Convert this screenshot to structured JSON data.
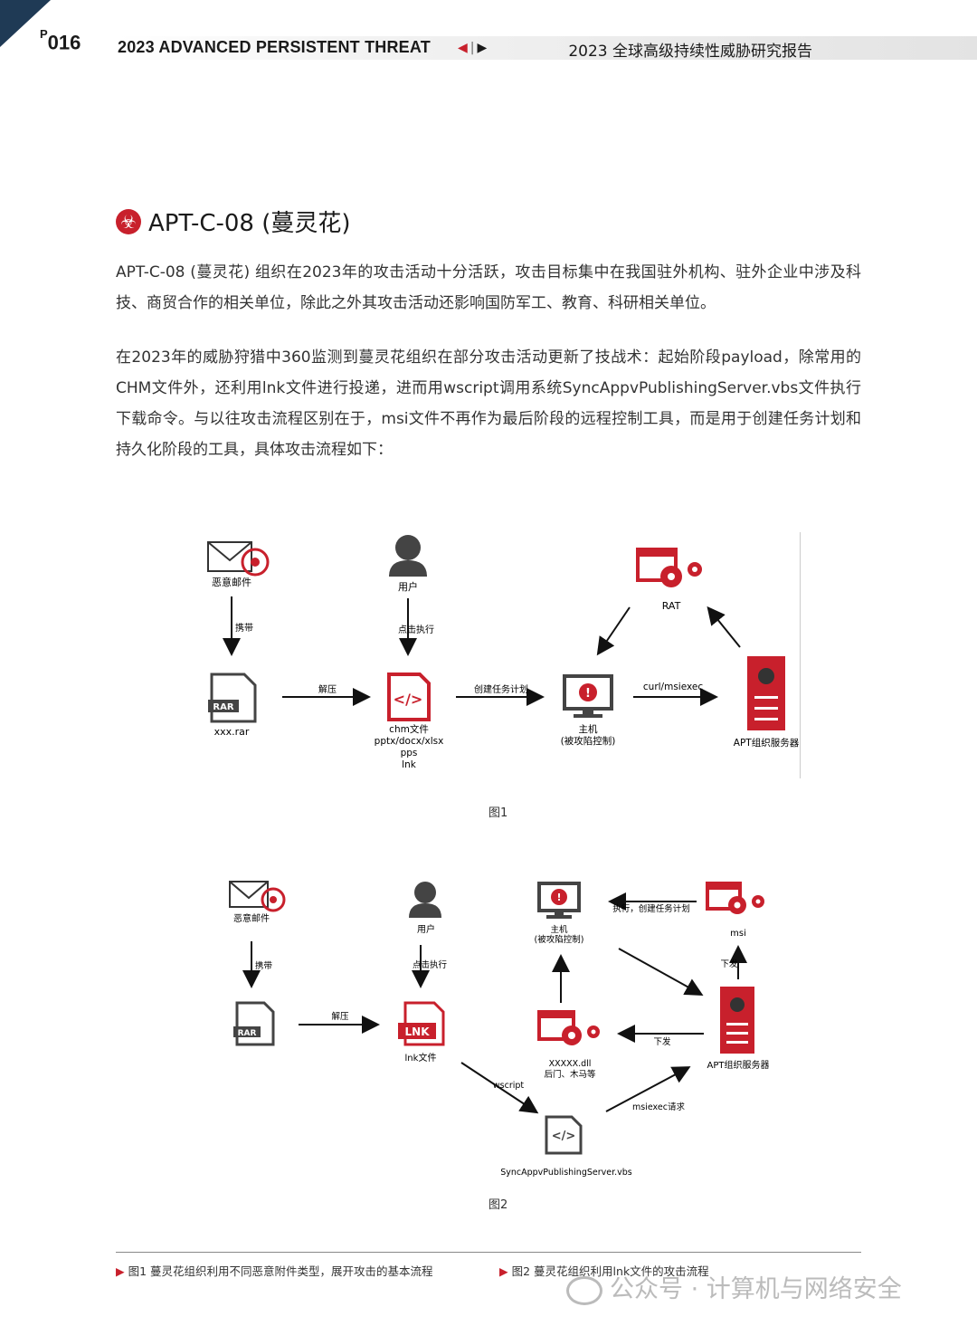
{
  "header": {
    "page_number": "016",
    "page_prefix": "P",
    "title_en": "2023 ADVANCED PERSISTENT THREAT",
    "nav_prev": "◀",
    "nav_sep": "|",
    "nav_next": "▶",
    "title_cn": "2023 全球高级持续性威胁研究报告"
  },
  "section": {
    "icon": "biohazard-icon",
    "title": "APT-C-08 (蔓灵花)"
  },
  "paragraphs": [
    "APT-C-08 (蔓灵花) 组织在2023年的攻击活动十分活跃，攻击目标集中在我国驻外机构、驻外企业中涉及科技、商贸合作的相关单位，除此之外其攻击活动还影响国防军工、教育、科研相关单位。",
    "在2023年的威胁狩猎中360监测到蔓灵花组织在部分攻击活动更新了技战术：起始阶段payload，除常用的CHM文件外，还利用lnk文件进行投递，进而用wscript调用系统SyncAppvPublishingServer.vbs文件执行下载命令。与以往攻击流程区别在于，msi文件不再作为最后阶段的远程控制工具，而是用于创建任务计划和持久化阶段的工具，具体攻击流程如下："
  ],
  "figure1": {
    "caption": "图1",
    "nodes": {
      "mail": "恶意邮件",
      "user": "用户",
      "rat": "RAT",
      "rar": "xxx.rar",
      "chm": [
        "chm文件",
        "pptx/docx/xlsx",
        "pps",
        "lnk"
      ],
      "host": [
        "主机",
        "(被攻陷控制)"
      ],
      "server": "APT组织服务器"
    },
    "edges": {
      "carry": "携带",
      "click": "点击执行",
      "unzip": "解压",
      "task": "创建任务计划",
      "curl": "curl/msiexec"
    },
    "icons": {
      "rar_label": "RAR",
      "chm_label": "</>"
    }
  },
  "figure2": {
    "caption": "图2",
    "nodes": {
      "mail": "恶意邮件",
      "user": "用户",
      "host": [
        "主机",
        "(被攻陷控制)"
      ],
      "msi": "msi",
      "rar": "RAR",
      "lnk": "lnk文件",
      "lnk_icon": "LNK",
      "dll": [
        "XXXXX.dll",
        "后门、木马等"
      ],
      "server": "APT组织服务器",
      "vbs": "SyncAppvPublishingServer.vbs"
    },
    "edges": {
      "carry": "携带",
      "click": "点击执行",
      "unzip": "解压",
      "exec_task": "执行，创建任务计划",
      "issue1": "下发",
      "issue2": "下发",
      "wscript": "wscript",
      "msiexec": "msiexec请求"
    }
  },
  "footer": {
    "note1": "图1 蔓灵花组织利用不同恶意附件类型，展开攻击的基本流程",
    "note2": "图2 蔓灵花组织利用lnk文件的攻击流程",
    "watermark": "公众号 · 计算机与网络安全"
  },
  "colors": {
    "accent": "#c8202c",
    "navy": "#1f3a55",
    "icon_gray": "#444444"
  }
}
